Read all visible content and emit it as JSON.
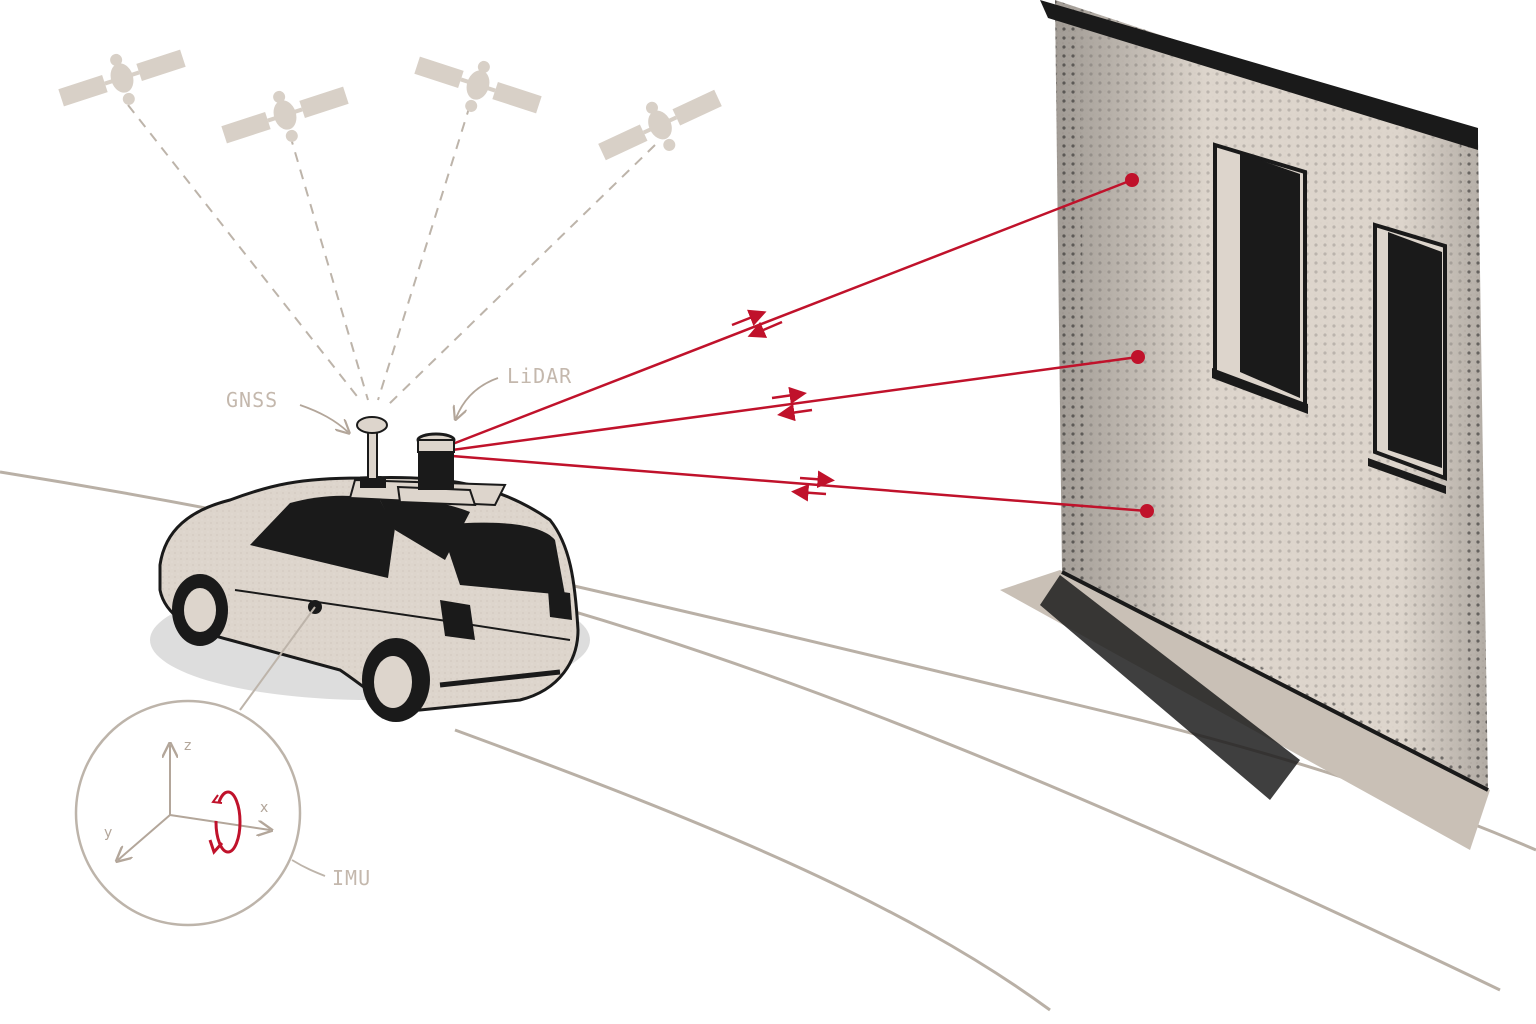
{
  "labels": {
    "gnss": "GNSS",
    "lidar": "LiDAR",
    "imu": "IMU"
  },
  "axes": {
    "z": "z",
    "x": "x",
    "y": "y"
  },
  "colors": {
    "laser": "#c0122b",
    "paper": "#ddd5cc",
    "ink": "#1a1a1a",
    "annotation": "#c4b8ad",
    "satellite": "#d8d0c7"
  },
  "icons": {
    "satellite": "satellite-icon",
    "car": "car-icon",
    "lidar_sensor": "lidar-sensor-icon",
    "gnss_antenna": "gnss-antenna-icon",
    "imu_axes": "imu-axes-icon",
    "building": "building-wall-icon"
  }
}
